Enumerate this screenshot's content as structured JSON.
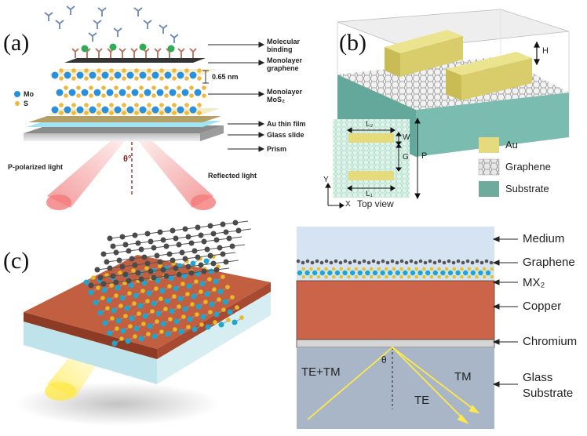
{
  "panel_a": {
    "label": "(a)",
    "legend": {
      "mo": "Mo",
      "s": "S"
    },
    "layers": [
      {
        "id": "molecular",
        "text": "Molecular\nbinding"
      },
      {
        "id": "graphene",
        "text": "Monolayer\ngraphene"
      },
      {
        "id": "mos2",
        "text": "Monolayer\nMoS₂"
      },
      {
        "id": "au",
        "text": "Au thin film"
      },
      {
        "id": "glass",
        "text": "Glass slide"
      },
      {
        "id": "prism",
        "text": "Prism"
      }
    ],
    "thickness": "0.65 nm",
    "angle": "θ°",
    "incident": "P-polarized light",
    "reflected": "Reflected light"
  },
  "panel_b": {
    "label": "(b)",
    "dims": {
      "h": "H",
      "w": "W",
      "g": "G",
      "p": "P",
      "l2": "L₂",
      "l1": "L₁"
    },
    "axes": {
      "y": "Y",
      "x": "X"
    },
    "top_view": "Top view",
    "legend": [
      {
        "id": "au",
        "text": "Au",
        "color": "#e5db7d"
      },
      {
        "id": "graphene",
        "text": "Graphene",
        "color": "#9a9a9a"
      },
      {
        "id": "substrate",
        "text": "Substrate",
        "color": "#6fab9c"
      }
    ]
  },
  "panel_c": {
    "label": "(c)"
  },
  "panel_d": {
    "labels": [
      {
        "id": "medium",
        "text": "Medium"
      },
      {
        "id": "graphene",
        "text": "Graphene"
      },
      {
        "id": "mx2",
        "text": "MX₂"
      },
      {
        "id": "copper",
        "text": "Copper"
      },
      {
        "id": "chromium",
        "text": "Chromium"
      },
      {
        "id": "glass",
        "text": "Glass\nSubstrate"
      }
    ],
    "beams": {
      "in": "TE+TM",
      "tm": "TM",
      "te": "TE",
      "theta": "θ"
    },
    "colors": {
      "medium": "#d6e3f3",
      "copper": "#cc644a",
      "chromium": "#d6d6d6",
      "glass": "#a9b6c8",
      "beam": "#ffe94a"
    }
  }
}
